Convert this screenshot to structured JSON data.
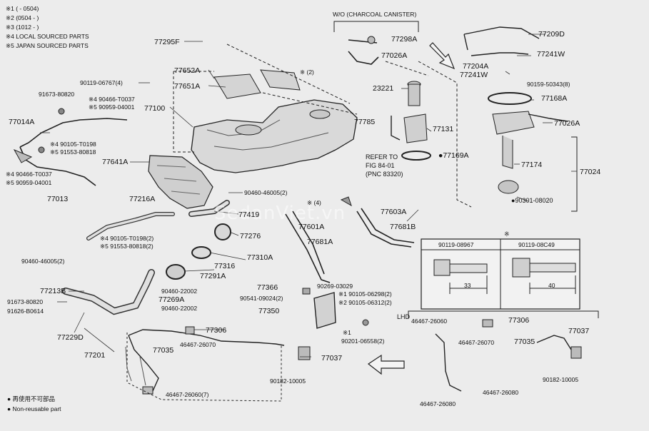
{
  "legend": {
    "l1": "※1 (        - 0504)",
    "l2": "※2 (0504 -        )",
    "l3": "※3 (1012 -        )",
    "l4": "※4 LOCAL SOURCED PARTS",
    "l5": "※5 JAPAN SOURCED PARTS"
  },
  "footer": {
    "jp": "● 再使用不可部品",
    "en": "● Non-reusable part"
  },
  "watermark": "SedanViet.vn",
  "canister_note": "W/O (CHARCOAL CANISTER)",
  "refer_note": [
    "REFER TO",
    "FIG 84-01",
    "(PNC 83320)"
  ],
  "lhd": "LHD",
  "bolt_table": {
    "mark": "※",
    "col1": "90119-08967",
    "col2": "90119-08C49",
    "len1": "33",
    "len2": "40"
  },
  "parts": {
    "p77295F": "77295F",
    "p77652A": "77652A",
    "p77651A": "77651A",
    "p77100": "77100",
    "p90119_06767": "90119-06767(4)",
    "p2a": "※ (2)",
    "p91673_80820a": "91673-80820",
    "p90466_T0037a": "※4 90466-T0037",
    "p90959_04001a": "※5 90959-04001",
    "p77014A": "77014A",
    "p90105_T0198a": "※4 90105-T0198",
    "p91553_80818a": "※5 91553-80818",
    "p90466_T0037b": "※4 90466-T0037",
    "p90959_04001b": "※5 90959-04001",
    "p77641A": "77641A",
    "p77013": "77013",
    "p77216A": "77216A",
    "p90105_T0198b": "※4 90105-T0198(2)",
    "p91553_80818b": "※5 91553-80818(2)",
    "p90460_46005a": "90460-46005(2)",
    "p90460_46005b": "90460-46005(2)",
    "p77419": "77419",
    "p77276": "77276",
    "p77310A": "77310A",
    "p77316": "77316",
    "p77291A": "77291A",
    "p77213B": "77213B",
    "p91673_80820b": "91673-80820",
    "p91626_B0614": "91626-B0614",
    "p90460_22002a": "90460-22002",
    "p77269A": "77269A",
    "p90460_22002b": "90460-22002",
    "p77229D": "77229D",
    "p77201": "77201",
    "p77306a": "77306",
    "p77035a": "77035",
    "p46467_26070a": "46467-26070",
    "p77037a": "77037",
    "p90182_10005a": "90182-10005",
    "p46467_26060a": "46467-26060(7)",
    "p77298A": "77298A",
    "p77026Aa": "77026A",
    "p23221": "23221",
    "p77785": "77785",
    "p77131": "77131",
    "p77169A": "●77169A",
    "p4": "※ (4)",
    "p77603A": "77603A",
    "p77681B": "77681B",
    "p77601A": "77601A",
    "p77681A": "77681A",
    "p77366": "77366",
    "p90269_03029": "90269-03029",
    "p90541_09024": "90541-09024(2)",
    "p90105_06298": "※1 90105-06298(2)",
    "p90105_06312": "※2 90105-06312(2)",
    "p77350": "77350",
    "p1": "※1",
    "p90201_06558": "90201-06558(2)",
    "p77209D": "77209D",
    "p77241W": "77241W",
    "p77204A": "77204A",
    "p77241Wb": "77241W",
    "p90159_50343": "90159-50343(8)",
    "p77168A": "77168A",
    "p77026Ab": "77026A",
    "p77174": "77174",
    "p77024": "77024",
    "p90301_08020": "●90301-08020",
    "p46467_26060b": "46467-26060",
    "p77306b": "77306",
    "p77037b": "77037",
    "p46467_26070b": "46467-26070",
    "p77035b": "77035",
    "p90182_10005b": "90182-10005",
    "p46467_26080a": "46467-26080",
    "p46467_26080b": "46467-26080"
  }
}
